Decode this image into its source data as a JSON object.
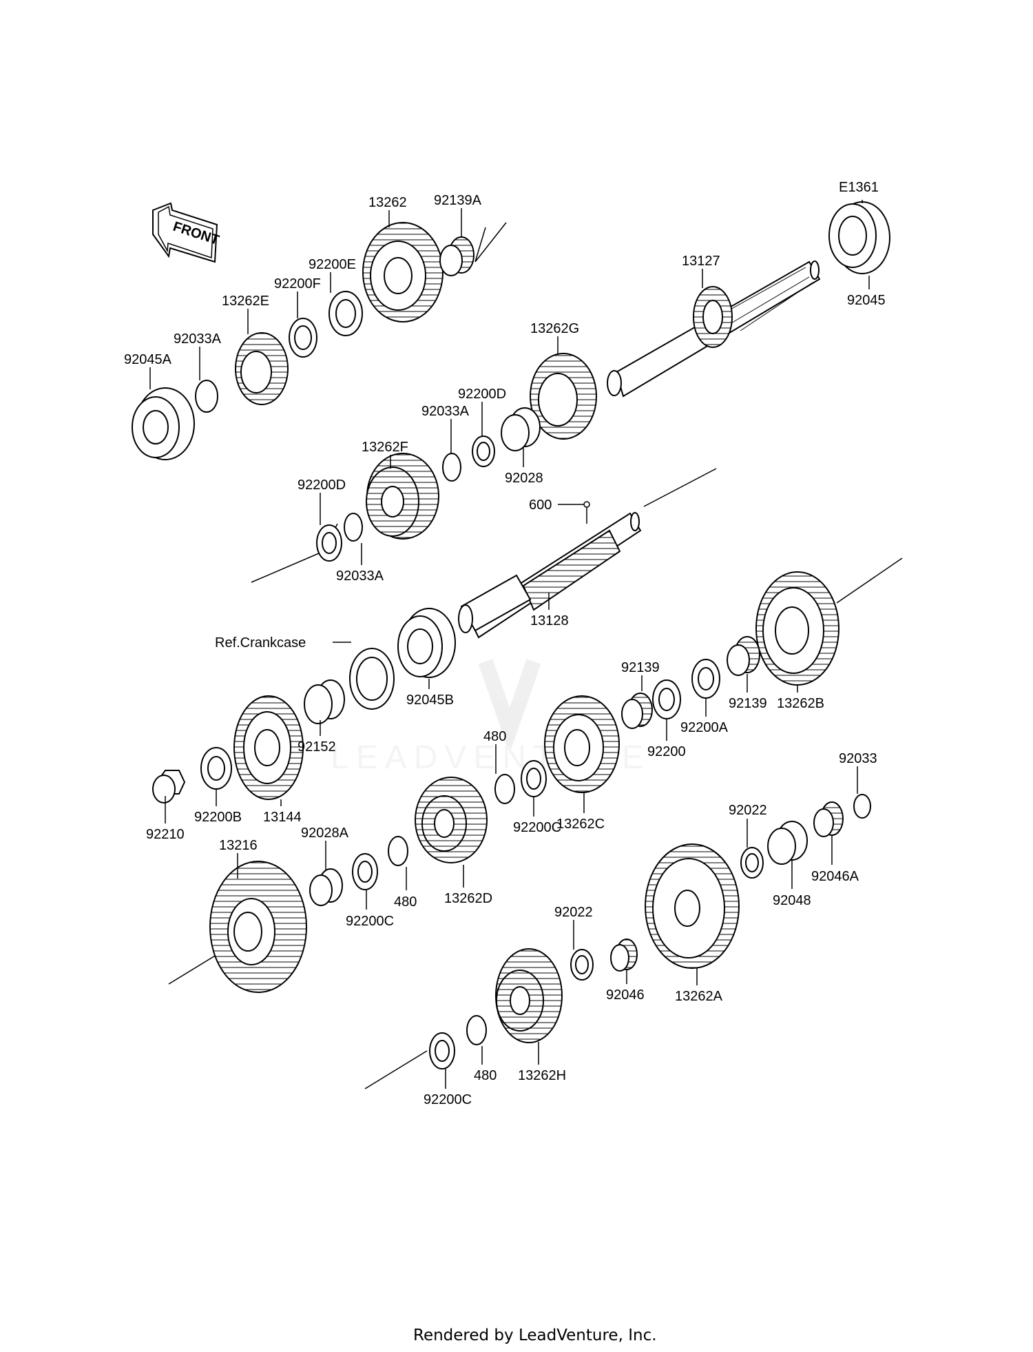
{
  "diagram_code": "E1361",
  "front_arrow_text": "FRONT",
  "footer": "Rendered by LeadVenture, Inc.",
  "watermark": "LEADVENTURE",
  "callouts": {
    "c13262": "13262",
    "c92139A": "92139A",
    "c92200E": "92200E",
    "c92200F": "92200F",
    "c13262E": "13262E",
    "c92033A_1": "92033A",
    "c92045A": "92045A",
    "c13127": "13127",
    "c92045": "92045",
    "c13262G": "13262G",
    "c92200D_1": "92200D",
    "c92033A_2": "92033A",
    "c13262F": "13262F",
    "c92028": "92028",
    "c92200D_2": "92200D",
    "c92033A_3": "92033A",
    "c600": "600",
    "c13128": "13128",
    "cRefCrankcase": "Ref.Crankcase",
    "c92045B": "92045B",
    "c92152": "92152",
    "c92139_1": "92139",
    "c92139_2": "92139",
    "c13262B": "13262B",
    "c92200": "92200",
    "c92200A": "92200A",
    "c480_1": "480",
    "c92200C_1": "92200C",
    "c13262C": "13262C",
    "c13144": "13144",
    "c92200B": "92200B",
    "c92210": "92210",
    "c92033": "92033",
    "c92022_1": "92022",
    "c92048": "92048",
    "c92046A": "92046A",
    "c13216": "13216",
    "c92028A": "92028A",
    "c92200C_2": "92200C",
    "c480_2": "480",
    "c13262D": "13262D",
    "c92022_2": "92022",
    "c92046": "92046",
    "c13262A": "13262A",
    "c480_3": "480",
    "c13262H": "13262H",
    "c92200C_3": "92200C"
  }
}
